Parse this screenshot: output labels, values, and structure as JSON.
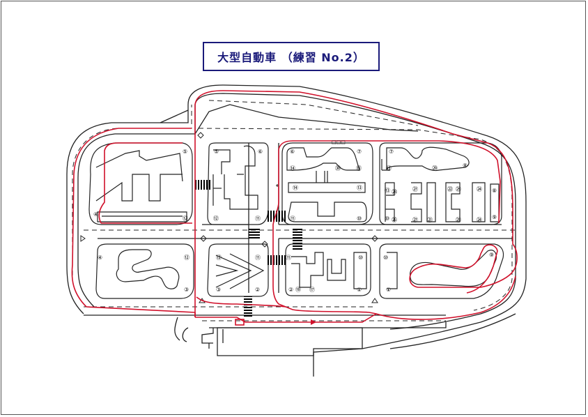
{
  "title": "大型自動車 （練習 No.2）",
  "colors": {
    "route": "#d0102a",
    "course": "#222222",
    "title": "#1a1a7a"
  },
  "marker_labels": {
    "n1a": "①",
    "n1b": "①",
    "n2a": "②",
    "n2b": "②",
    "n3a": "③",
    "n3b": "③",
    "n4a": "④",
    "n4b": "④",
    "n5a": "⑤",
    "n5b": "⑤",
    "n6a": "⑥",
    "n6b": "⑥",
    "n7a": "⑦",
    "n7b": "⑦",
    "n8a": "⑧",
    "n8b": "⑧",
    "n9a": "⑨",
    "n9b": "⑨",
    "n10a": "⑩",
    "n10b": "⑩",
    "n10c": "⑩",
    "n10d": "⑩",
    "n11a": "⑪",
    "n11b": "⑪",
    "n11c": "⑪",
    "n11d": "⑪",
    "n12a": "⑫",
    "n12b": "⑫",
    "n12c": "⑫",
    "n12d": "⑫",
    "n13a": "⑬",
    "n13b": "⑬",
    "n13c": "⑬",
    "n13d": "⑬",
    "n14a": "⑭",
    "n14b": "⑭",
    "n18": "⑱",
    "n17": "⑰",
    "n20a": "⑳",
    "n20b": "⑳",
    "n21": "㉑",
    "n22": "㉒",
    "n23": "㉓",
    "n24a": "㉔",
    "n24b": "㉔",
    "n25a": "㉕",
    "n25b": "㉕",
    "n26": "㉖",
    "n27a": "㉗",
    "n27b": "㉗",
    "n28": "㉘",
    "n29": "㉙",
    "n30": "㉚"
  },
  "signal_label": "□□□"
}
